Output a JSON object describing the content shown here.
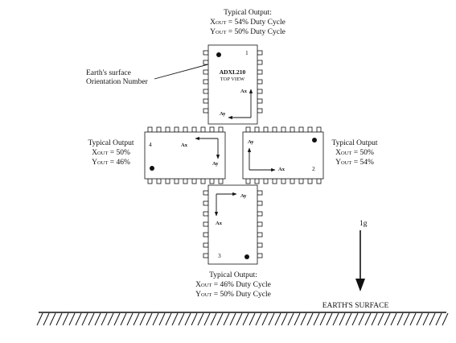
{
  "top": {
    "title": "Typical Output:",
    "x_prefix": "X",
    "x_sub": "OUT",
    "x_text": " = 54% Duty Cycle",
    "y_prefix": "Y",
    "y_sub": "OUT",
    "y_text": " = 50% Duty Cycle"
  },
  "left": {
    "title": "Typical Output",
    "x_prefix": "X",
    "x_sub": "OUT",
    "x_text": " = 50%",
    "y_prefix": "Y",
    "y_sub": "OUT",
    "y_text": " = 46%"
  },
  "right": {
    "title": "Typical Output",
    "x_prefix": "X",
    "x_sub": "OUT",
    "x_text": " = 50%",
    "y_prefix": "Y",
    "y_sub": "OUT",
    "y_text": " = 54%"
  },
  "bottom": {
    "title": "Typical Output:",
    "x_prefix": "X",
    "x_sub": "OUT",
    "x_text": " = 46% Duty Cycle",
    "y_prefix": "Y",
    "y_sub": "OUT",
    "y_text": " = 50% Duty Cycle"
  },
  "annotation": {
    "line1": "Earth's surface",
    "line2": "Orientation Number"
  },
  "chips": {
    "top": {
      "number": "1",
      "part": "ADXL210",
      "view": "TOP VIEW",
      "ax": "Ax",
      "ay": "Ay"
    },
    "left": {
      "number": "4",
      "ax": "Ax",
      "ay": "Ay"
    },
    "right": {
      "number": "2",
      "ax": "Ax",
      "ay": "Ay"
    },
    "bottom": {
      "number": "3",
      "ax": "Ax",
      "ay": "Ay"
    }
  },
  "gravity": {
    "label": "1g"
  },
  "surface": {
    "label": "EARTH'S SURFACE"
  }
}
